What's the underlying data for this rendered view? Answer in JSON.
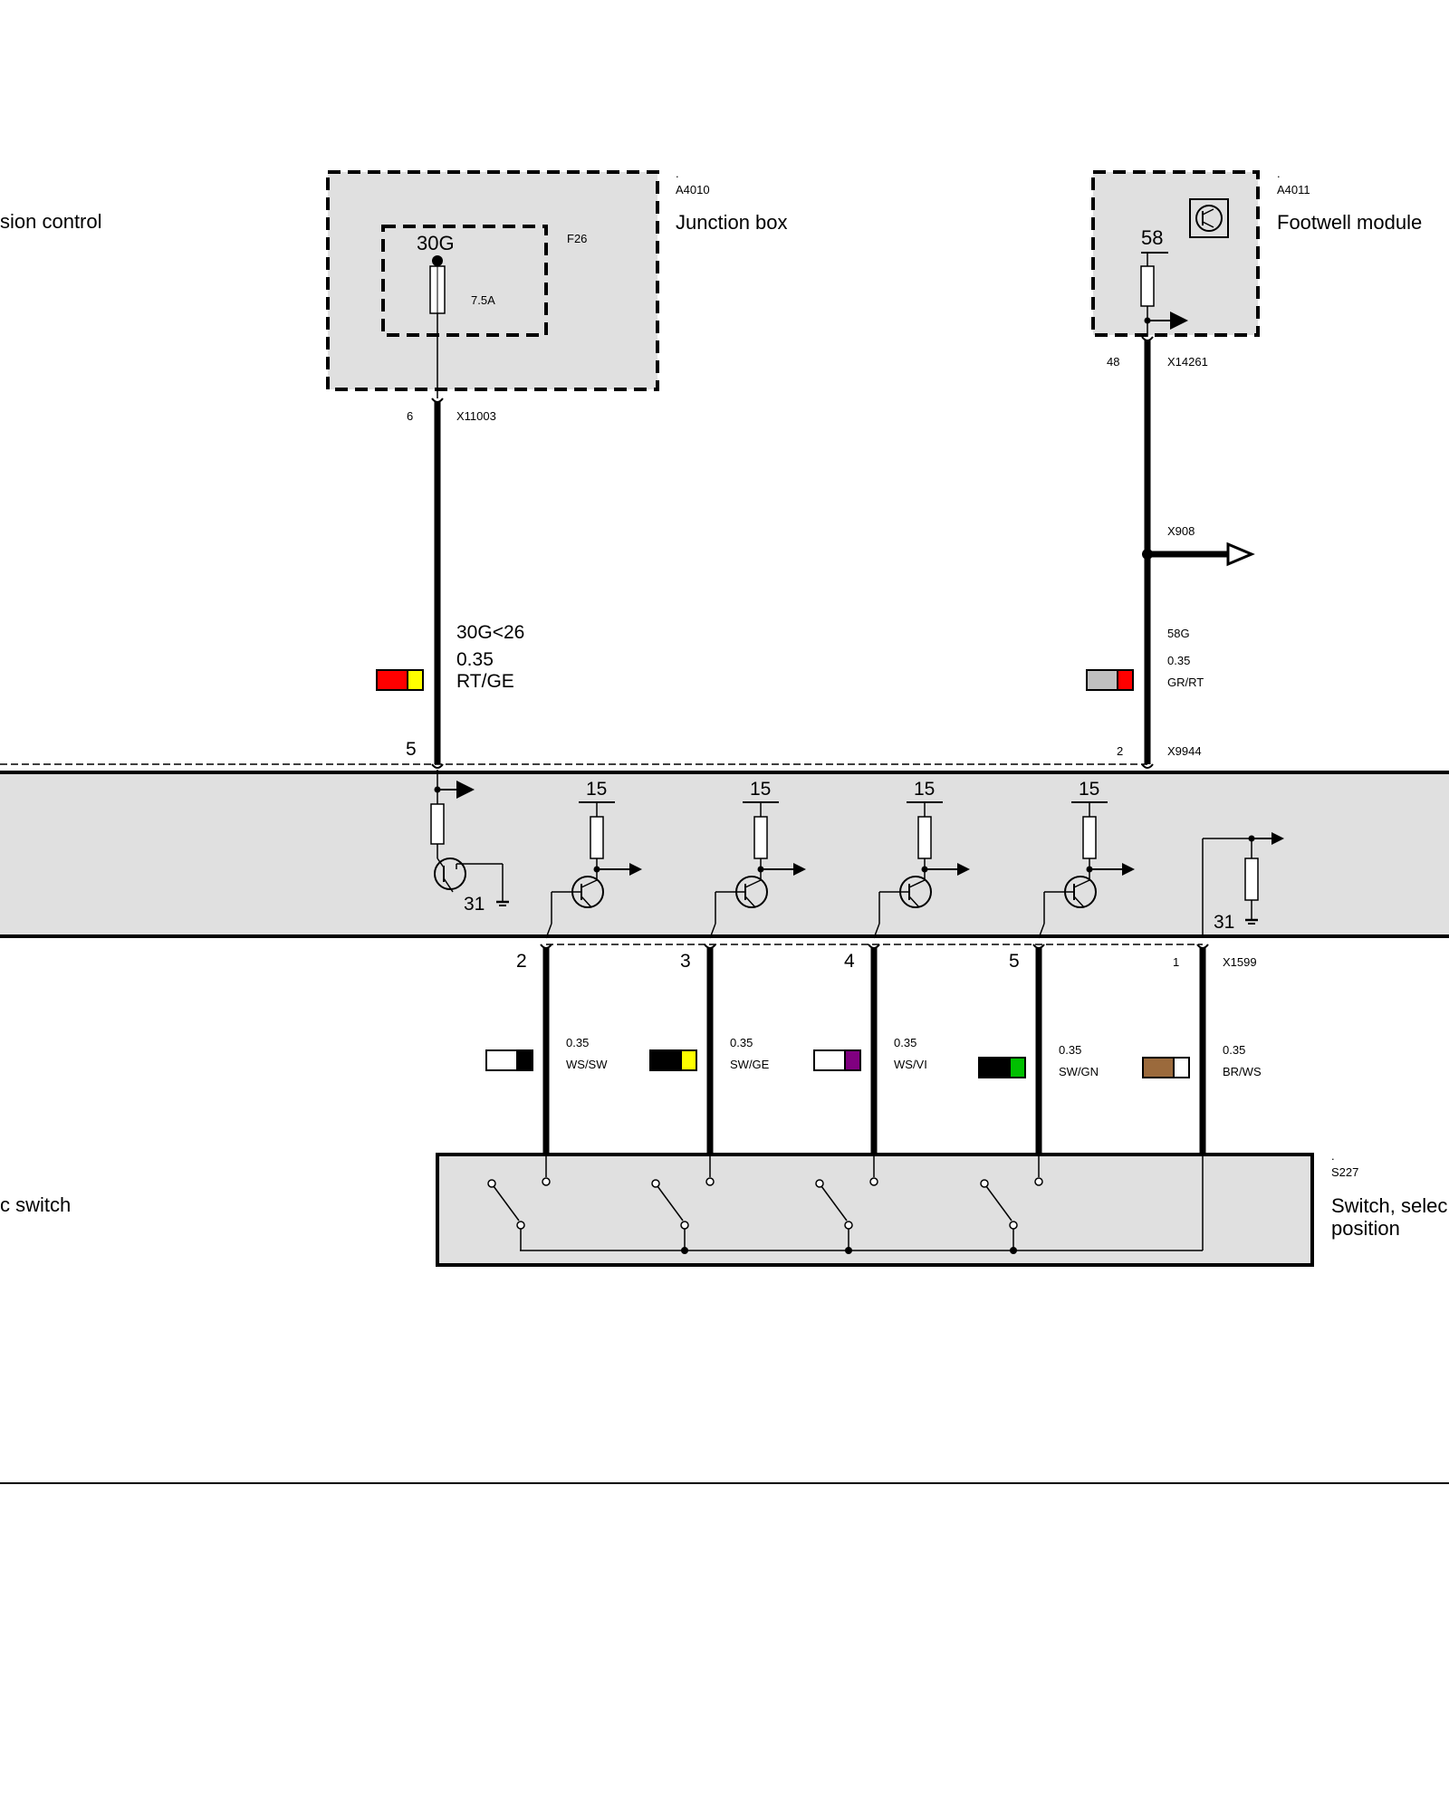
{
  "left_labels": {
    "top": "sion control",
    "bottom": "c switch"
  },
  "junction_box": {
    "dot": ".",
    "code": "A4010",
    "name": "Junction box",
    "fuse_id": "F26",
    "terminal": "30G",
    "rating": "7.5A",
    "pin": "6",
    "connector": "X11003"
  },
  "footwell": {
    "dot": ".",
    "code": "A4011",
    "name": "Footwell module",
    "terminal": "58",
    "pin": "48",
    "connector": "X14261",
    "splice": "X908"
  },
  "wire_left": {
    "signal": "30G<26",
    "size": "0.35",
    "color_code": "RT/GE",
    "colors": [
      "#ff0000",
      "#ffff00"
    ],
    "pin": "5"
  },
  "wire_right": {
    "signal": "58G",
    "size": "0.35",
    "color_code": "GR/RT",
    "colors": [
      "#c0c0c0",
      "#ff0000"
    ],
    "pin": "2",
    "connector": "X9944"
  },
  "module": {
    "supply_labels": [
      "15",
      "15",
      "15",
      "15"
    ],
    "ground_labels": [
      "31",
      "31"
    ]
  },
  "lower_wires": [
    {
      "pin": "2",
      "size": "0.35",
      "code": "WS/SW",
      "colors": [
        "#ffffff",
        "#000000"
      ]
    },
    {
      "pin": "3",
      "size": "0.35",
      "code": "SW/GE",
      "colors": [
        "#000000",
        "#ffff00"
      ]
    },
    {
      "pin": "4",
      "size": "0.35",
      "code": "WS/VI",
      "colors": [
        "#ffffff",
        "#800080"
      ]
    },
    {
      "pin": "5",
      "size": "0.35",
      "code": "SW/GN",
      "colors": [
        "#000000",
        "#00c000"
      ]
    },
    {
      "pin": "1",
      "size": "0.35",
      "code": "BR/WS",
      "colors": [
        "#9b6a3c",
        "#ffffff"
      ]
    }
  ],
  "lower_connector": "X1599",
  "switch": {
    "dot": ".",
    "code": "S227",
    "name_line1": "Switch, selec",
    "name_line2": "position"
  }
}
